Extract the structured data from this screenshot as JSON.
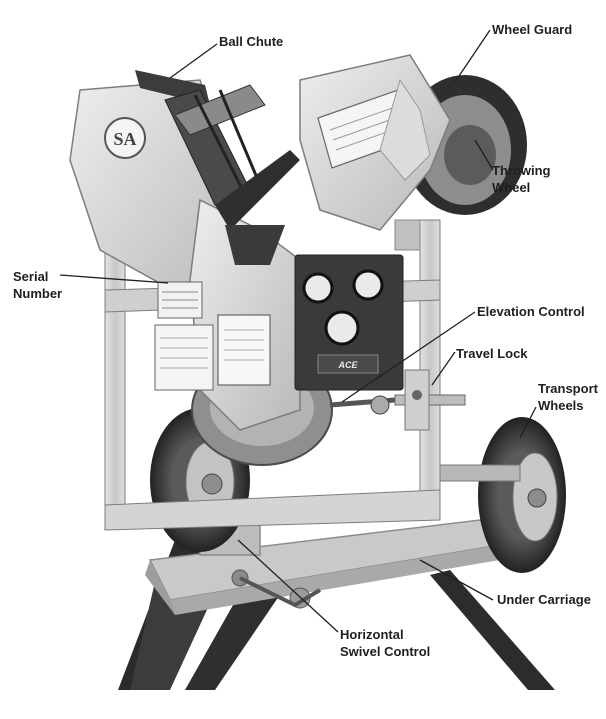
{
  "labels": {
    "ball_chute": "Ball Chute",
    "wheel_guard": "Wheel Guard",
    "throwing_wheel": [
      "Throwing",
      "Wheel"
    ],
    "serial_number": [
      "Serial",
      "Number"
    ],
    "elevation_control": "Elevation Control",
    "travel_lock": "Travel Lock",
    "transport_wheels": [
      "Transport",
      "Wheels"
    ],
    "under_carriage": "Under Carriage",
    "horizontal_swivel_control": [
      "Horizontal",
      "Swivel Control"
    ]
  },
  "logo": {
    "badge_text": "SA",
    "panel_text": "ACE"
  },
  "colors": {
    "machine_light": "#d9d9d9",
    "machine_mid": "#b5b5b5",
    "machine_dark": "#3a3a3a",
    "text": "#1f1f1f"
  }
}
